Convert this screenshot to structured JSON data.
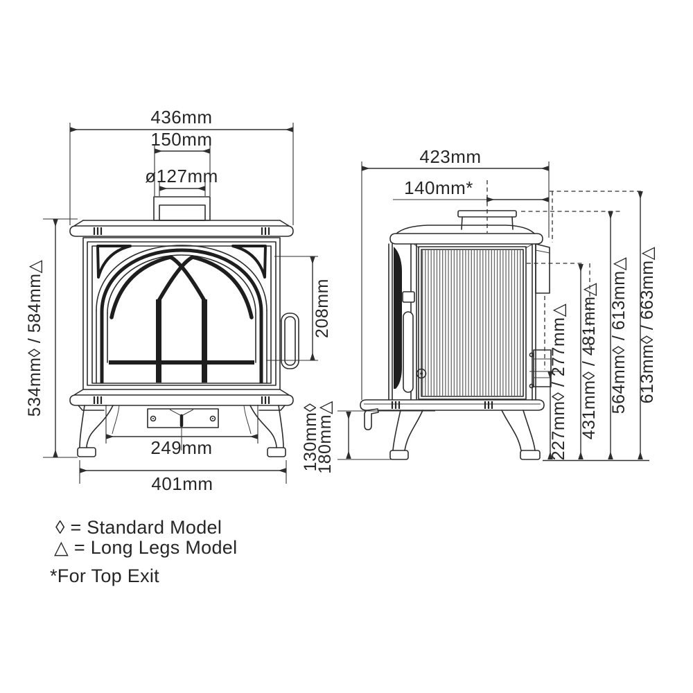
{
  "drawing": {
    "front_view": {
      "top_plate_width": "436mm",
      "flue_collar_width": "150mm",
      "flue_diameter": "ø127mm",
      "glass_height": "208mm",
      "body_height": "534mm◊ / 584mm△",
      "leg_spacing": "249mm",
      "base_width": "401mm"
    },
    "side_view": {
      "depth": "423mm",
      "flue_centre_offset": "140mm*",
      "leg_height_standard": "130mm◊",
      "leg_height_long_legs": "180mm△",
      "rear_outlet_low_height": "227mm◊ / 277mm△",
      "rear_outlet_high_height": "431mm◊ / 481mm△",
      "stove_top_height": "564mm◊ / 613mm△",
      "overall_height": "613mm◊ / 663mm△"
    },
    "legend": {
      "standard": "◊ = Standard Model",
      "long_legs": "△ = Long Legs Model",
      "top_exit_note": "*For Top Exit"
    }
  }
}
